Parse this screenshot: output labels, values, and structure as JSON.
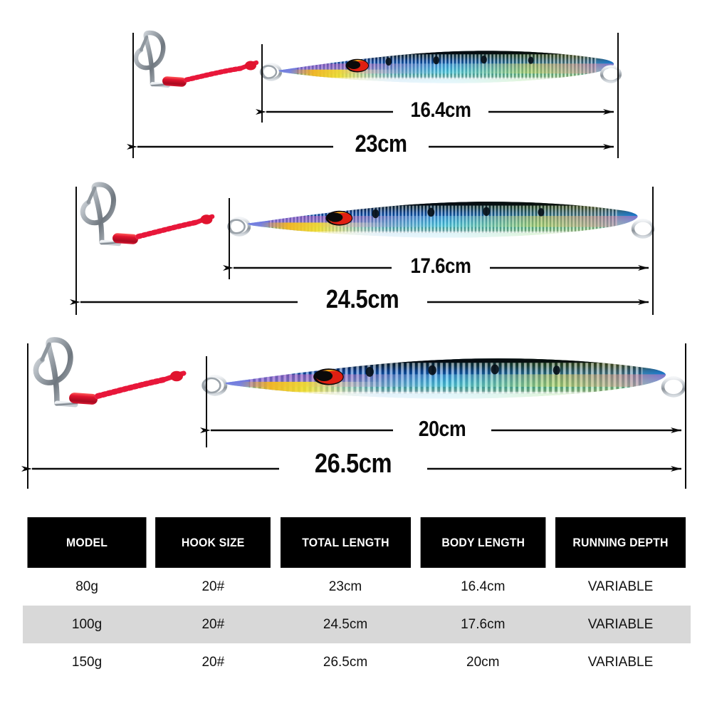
{
  "page": {
    "type": "product-spec-sheet",
    "product": "metal jig fishing lure",
    "background_color": "#ffffff"
  },
  "diagram": {
    "units": "cm",
    "lures": [
      {
        "id": "lure-80g",
        "model": "80g",
        "body_length_label": "16.4cm",
        "total_length_label": "23cm",
        "hook_side": "left",
        "assist_hook": {
          "cord_color": "#e8173a",
          "tube_color": "#d4112f",
          "hook_color": "#9aa3aa"
        }
      },
      {
        "id": "lure-100g",
        "model": "100g",
        "body_length_label": "17.6cm",
        "total_length_label": "24.5cm",
        "hook_side": "left",
        "assist_hook": {
          "cord_color": "#e8173a",
          "tube_color": "#d4112f",
          "hook_color": "#9aa3aa"
        }
      },
      {
        "id": "lure-150g",
        "model": "150g",
        "body_length_label": "20cm",
        "total_length_label": "26.5cm",
        "hook_side": "left",
        "assist_hook": {
          "cord_color": "#e8173a",
          "tube_color": "#d4112f",
          "hook_color": "#9aa3aa"
        }
      }
    ],
    "colors": {
      "dorsal": "#0c1118",
      "flank_blue": "#0a63d8",
      "flank_cyan": "#18c8f0",
      "flank_green": "#63d83a",
      "belly_yellow": "#f2d21a",
      "belly_white": "#f4f7fa",
      "eye_red": "#e01f12",
      "eye_yellow": "#f2b01a",
      "eye_pupil": "#0a0a0a",
      "ring_silver": "#b9bfc6",
      "dimension_line": "#0a0a0a"
    }
  },
  "table": {
    "name": "specification-table",
    "header_background": "#000000",
    "header_text_color": "#ffffff",
    "alt_row_background": "#d8d8d8",
    "columns": [
      "MODEL",
      "HOOK SIZE",
      "TOTAL LENGTH",
      "BODY LENGTH",
      "RUNNING DEPTH"
    ],
    "rows": [
      {
        "model": "80g",
        "hook_size": "20#",
        "total_length": "23cm",
        "body_length": "16.4cm",
        "running_depth": "VARIABLE"
      },
      {
        "model": "100g",
        "hook_size": "20#",
        "total_length": "24.5cm",
        "body_length": "17.6cm",
        "running_depth": "VARIABLE"
      },
      {
        "model": "150g",
        "hook_size": "20#",
        "total_length": "26.5cm",
        "body_length": "20cm",
        "running_depth": "VARIABLE"
      }
    ]
  }
}
